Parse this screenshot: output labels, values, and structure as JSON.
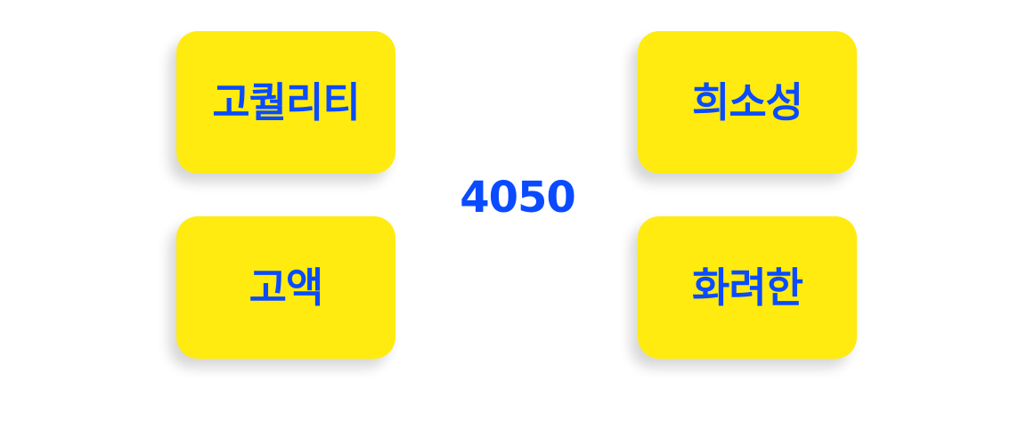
{
  "colors": {
    "card_background": "#FFEB0F",
    "text_blue": "#0A4BFF",
    "page_background": "#FFFFFF"
  },
  "center": {
    "label": "4050"
  },
  "keywords": [
    {
      "label": "고퀄리티"
    },
    {
      "label": "희소성"
    },
    {
      "label": "고액"
    },
    {
      "label": "화려한"
    }
  ]
}
